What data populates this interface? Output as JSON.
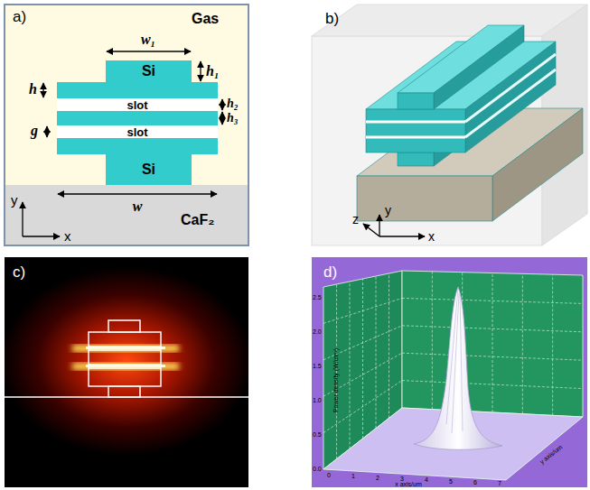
{
  "diagram": {
    "nodes": [
      {
        "text": [
          "Si"
        ]
      },
      {
        "text": [
          "slot"
        ]
      },
      {
        "text": [
          "slot"
        ]
      },
      {
        "text": [
          "Si"
        ]
      }
    ],
    "labels": [
      "a)",
      "Gas",
      "w₁",
      "h",
      "h₁",
      "h₂",
      "h₃",
      "g",
      "w",
      "CaF₂",
      "y",
      "x",
      "b)",
      "y",
      "z",
      "x",
      "c)",
      "d)",
      "Power density (W/um²)",
      "0.0",
      "0.5",
      "1.0",
      "1.5",
      "2.0",
      "2.5",
      "0",
      "1",
      "2",
      "3",
      "4",
      "5",
      "6",
      "7",
      "x axis/um",
      "y axis/um"
    ]
  }
}
